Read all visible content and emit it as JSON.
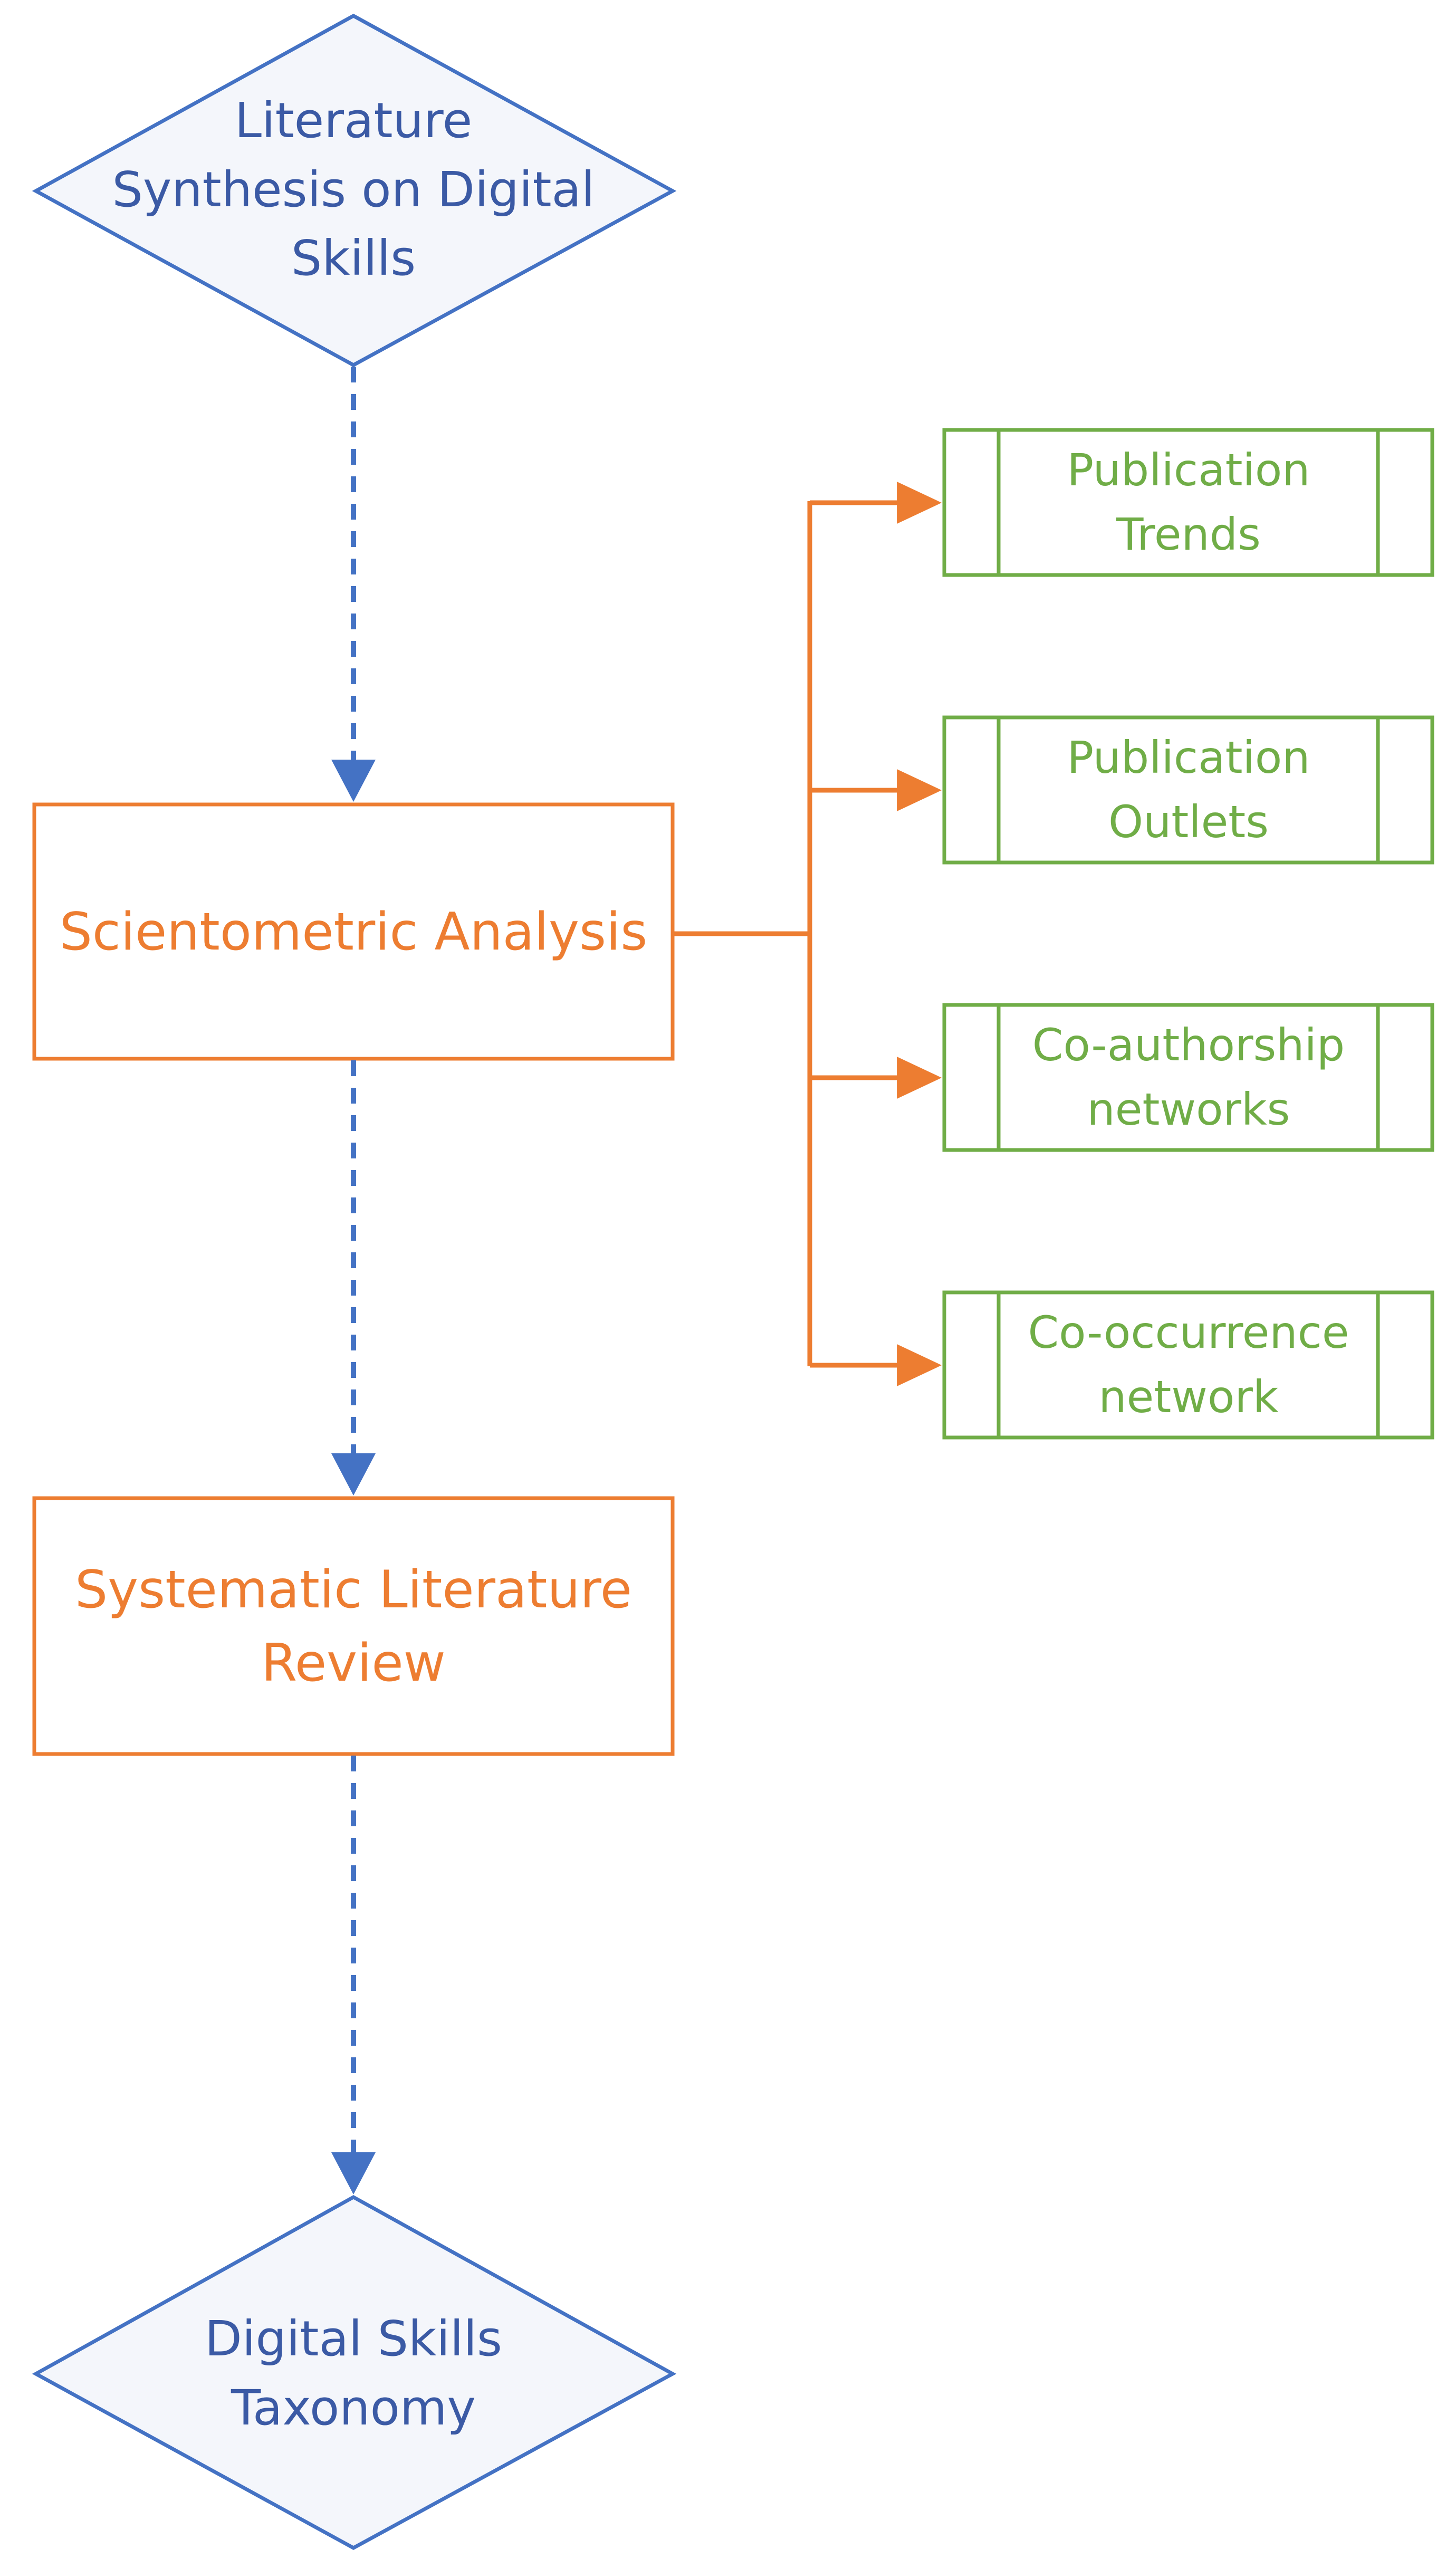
{
  "colors": {
    "blue": "#4472c4",
    "blue_text": "#3b5aa5",
    "orange": "#ed7d31",
    "green": "#70ad47",
    "diamond_fill": "#f4f6fb"
  },
  "start": {
    "lines": [
      "Literature",
      "Synthesis on Digital",
      "Skills"
    ]
  },
  "scientometric": {
    "label": "Scientometric Analysis"
  },
  "slr": {
    "lines": [
      "Systematic Literature",
      "Review"
    ]
  },
  "end": {
    "lines": [
      "Digital Skills",
      "Taxonomy"
    ]
  },
  "outputs": [
    {
      "lines": [
        "Publication",
        "Trends"
      ]
    },
    {
      "lines": [
        "Publication",
        "Outlets"
      ]
    },
    {
      "lines": [
        "Co-authorship",
        "networks"
      ]
    },
    {
      "lines": [
        "Co-occurrence",
        "network"
      ]
    }
  ]
}
